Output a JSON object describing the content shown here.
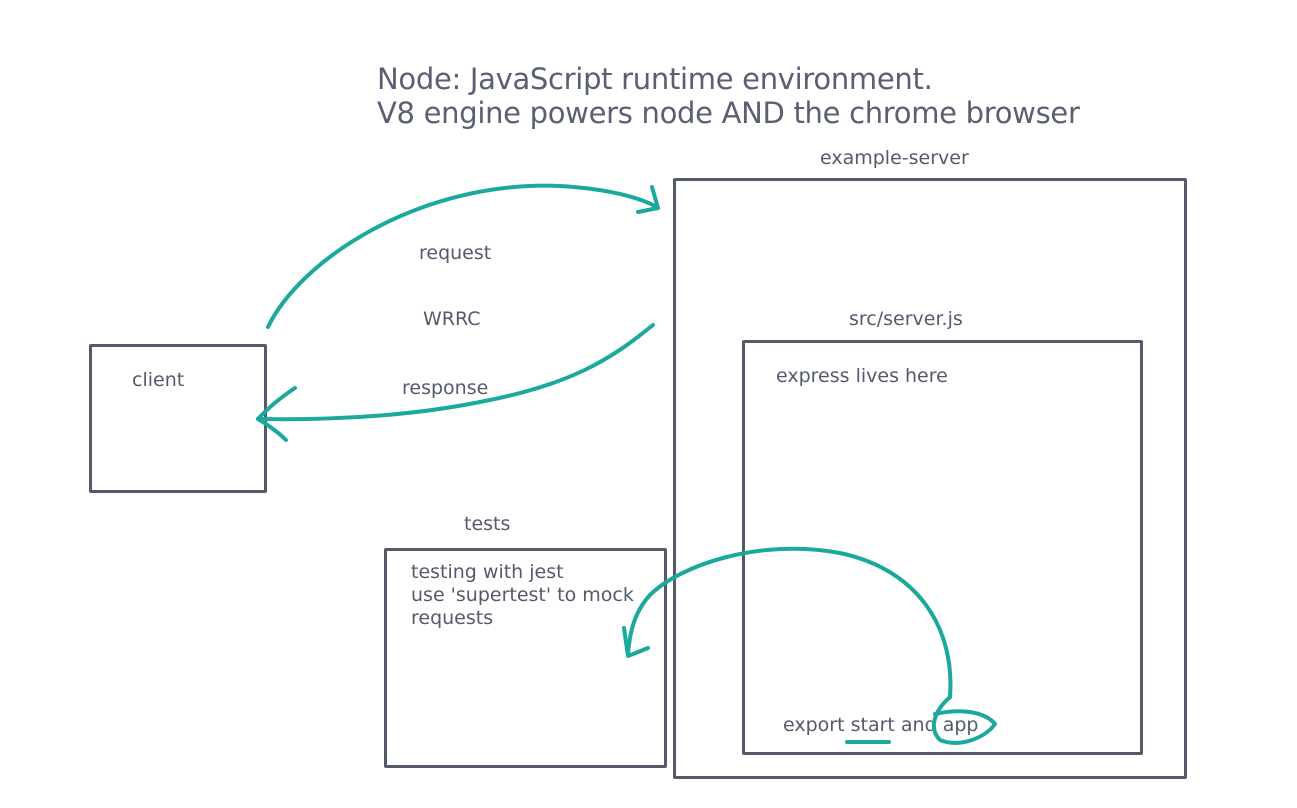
{
  "title": {
    "line1": "Node: JavaScript runtime environment.",
    "line2": "V8 engine powers node AND the chrome browser"
  },
  "labels": {
    "example_server": "example-server",
    "request": "request",
    "wrrc": "WRRC",
    "response": "response",
    "client": "client",
    "src_server": "src/server.js",
    "express": "express lives here",
    "tests": "tests",
    "export_prefix": "export ",
    "export_start": "start",
    "export_and": " and ",
    "export_app": "app"
  },
  "tests_box": {
    "lines": [
      "testing with jest",
      "use 'supertest' to mock",
      "requests"
    ]
  },
  "colors": {
    "box_stroke": "#555a6b",
    "ink": "#1aa99c",
    "text": "#545a6b"
  }
}
